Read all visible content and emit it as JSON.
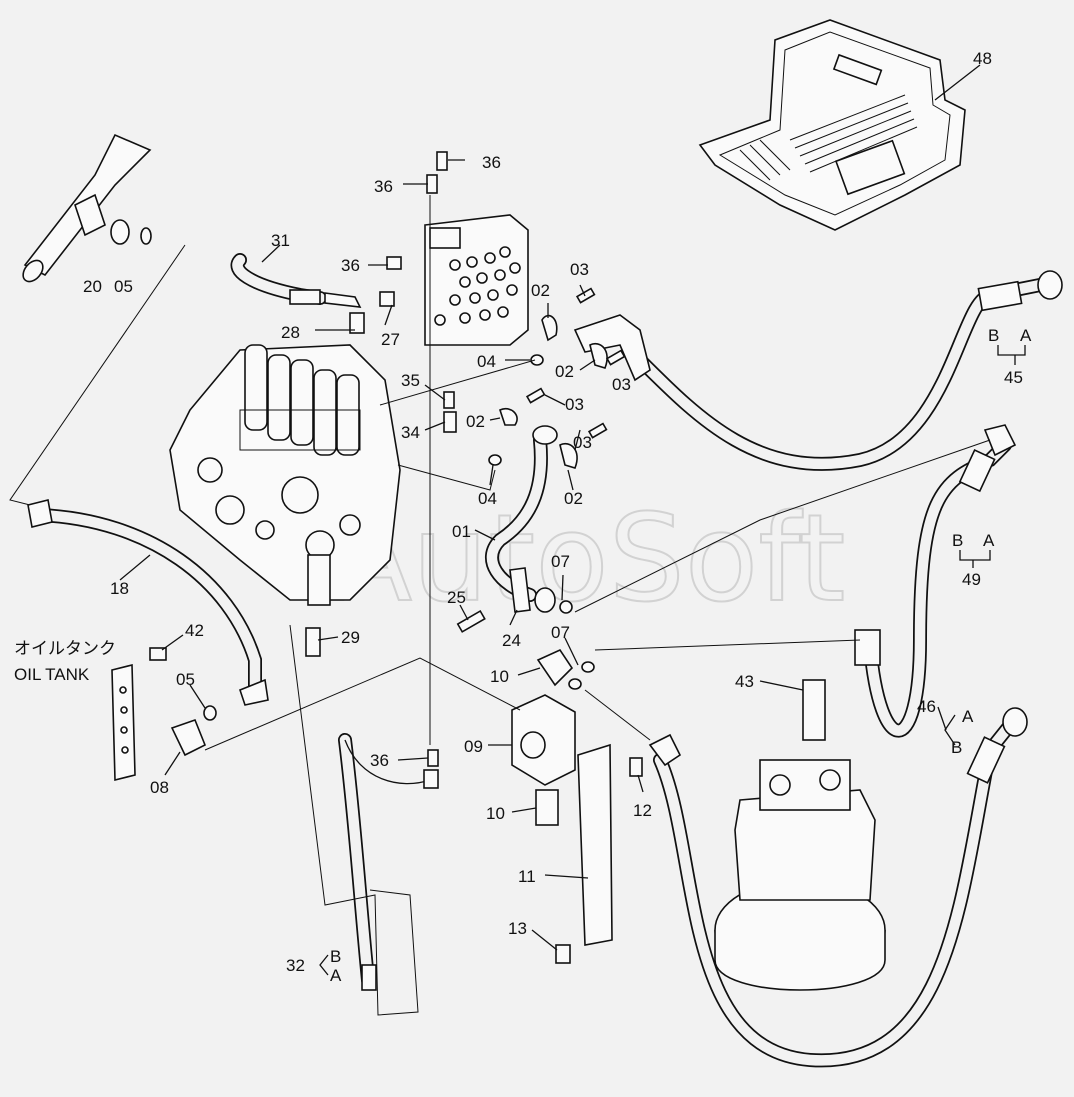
{
  "watermark": "AutoSoft",
  "oil_tank": {
    "jp": "オイルタンク",
    "en": "OIL TANK"
  },
  "callouts": {
    "c48": "48",
    "c36a": "36",
    "c36b": "36",
    "c36c": "36",
    "c36d": "36",
    "c31": "31",
    "c20": "20",
    "c05a": "05",
    "c03a": "03",
    "c02a": "02",
    "c45": "45",
    "c45B": "B",
    "c45A": "A",
    "c28": "28",
    "c27": "27",
    "c04a": "04",
    "c02b": "02",
    "c03b": "03",
    "c35": "35",
    "c02c": "02",
    "c03c": "03",
    "c34": "34",
    "c03d": "03",
    "c04b": "04",
    "c02d": "02",
    "c49": "49",
    "c49B": "B",
    "c49A": "A",
    "c01": "01",
    "c18": "18",
    "c07a": "07",
    "c25": "25",
    "c24": "24",
    "c42": "42",
    "c29": "29",
    "c07b": "07",
    "c10a": "10",
    "c43": "43",
    "c05b": "05",
    "c46": "46",
    "c46A": "A",
    "c46B": "B",
    "c09": "09",
    "c08": "08",
    "c12": "12",
    "c10b": "10",
    "c11": "11",
    "c13": "13",
    "c32": "32",
    "c32B": "B",
    "c32A": "A"
  }
}
